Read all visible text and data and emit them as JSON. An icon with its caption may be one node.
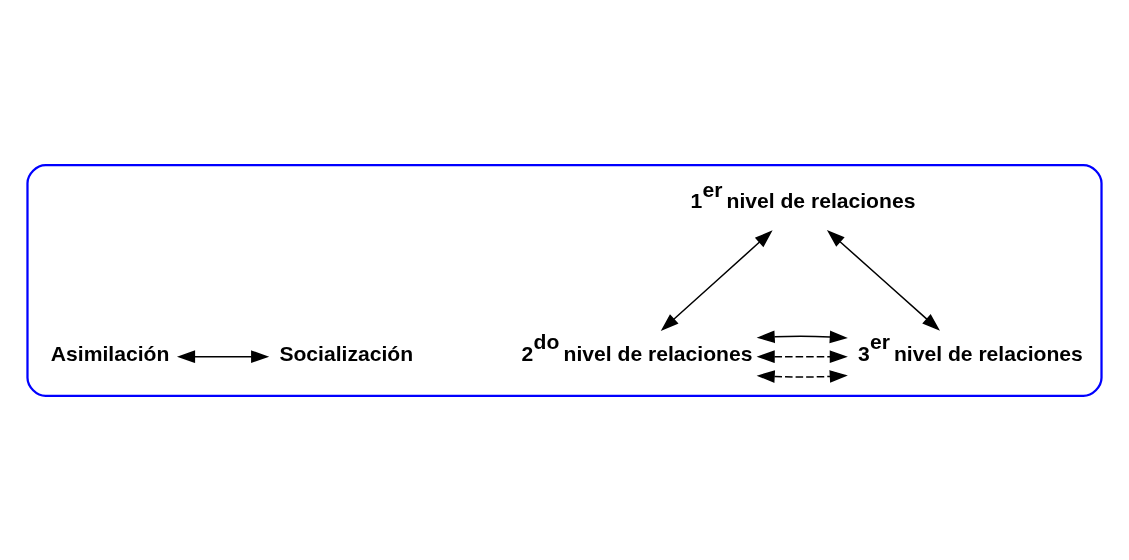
{
  "diagram": {
    "nodes": [
      {
        "text": [],
        "shape": "ellipse"
      },
      {
        "text": [
          "1$^{er}$ nivel de relaciones"
        ],
        "in": 0
      },
      {
        "text": [
          "2$^{do}$ nivel de relaciones"
        ],
        "in": 0
      },
      {
        "text": [
          "Asimilación"
        ],
        "in": 0
      },
      {
        "text": [
          "Socialización"
        ],
        "in": 0
      },
      {
        "text": [
          "3$^{er}$ nivel de relaciones"
        ],
        "in": 0
      }
    ],
    "edges": [
      {
        "from": 1,
        "to": 2,
        "arrow": "both"
      },
      {
        "from": 1,
        "to": 5,
        "arrow": "both"
      },
      {
        "from": 2,
        "to": 5,
        "arrow": "both",
        "style": "dashed"
      },
      {
        "from": 3,
        "to": 4,
        "arrow": "both"
      },
      {
        "from": 2,
        "to": 5,
        "arrow": "both",
        "style": "dashed"
      },
      {
        "from": 2,
        "to": 5,
        "arrow": "both"
      }
    ]
  }
}
